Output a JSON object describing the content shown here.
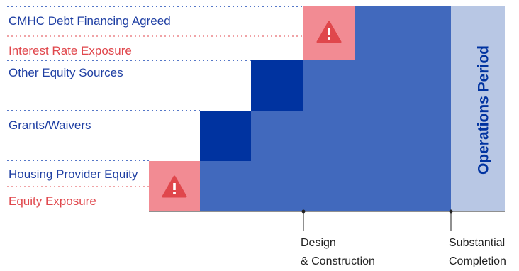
{
  "colors": {
    "main_block": "#4169bd",
    "dark_block": "#0033a0",
    "operations_fill": "#b8c7e4",
    "warning_fill": "#f28b93",
    "label_blue": "#1f3fa3",
    "label_red": "#e0474c",
    "dotted_line": "#5577c8"
  },
  "labels": {
    "cmhc": "CMHC Debt Financing Agreed",
    "interest_rate": "Interest Rate Exposure",
    "other_equity": "Other Equity Sources",
    "grants": "Grants/Waivers",
    "housing_provider": "Housing Provider Equity",
    "equity_exposure": "Equity Exposure"
  },
  "operations_period": "Operations Period",
  "milestones": {
    "design_line1": "Design",
    "design_line2": "& Construction",
    "completion_line1": "Substantial",
    "completion_line2": "Completion"
  },
  "icons": {
    "interest_warning": "warning-triangle-icon",
    "equity_warning": "warning-triangle-icon"
  }
}
